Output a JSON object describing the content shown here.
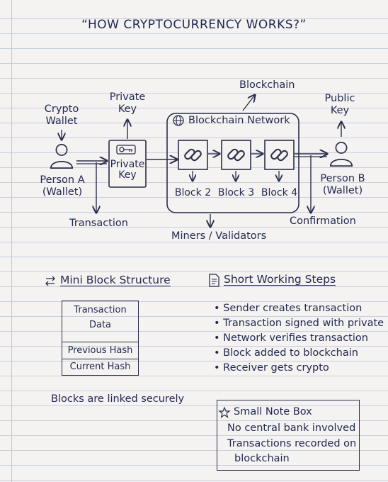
{
  "title": "“HOW CRYPTOCURRENCY WORKS?”",
  "flow": {
    "crypto_wallet_label": "Crypto Wallet",
    "crypto_wallet_line1": "Crypto",
    "crypto_wallet_line2": "Wallet",
    "person_a_line1": "Person A",
    "person_a_line2": "(Wallet)",
    "private_key_top_line1": "Private",
    "private_key_top_line2": "Key",
    "private_key_box_line1": "Private",
    "private_key_box_line2": "Key",
    "transaction_label": "Transaction",
    "blockchain_label": "Blockchain",
    "network_label": "Blockchain Network",
    "blocks": [
      "Block 2",
      "Block 3",
      "Block 4"
    ],
    "miners_label": "Miners / Validators",
    "public_key_line1": "Public",
    "public_key_line2": "Key",
    "person_b_line1": "Person B",
    "person_b_line2": "(Wallet)",
    "confirmation_label": "Confirmation"
  },
  "mini_block": {
    "heading": "Mini Block Structure",
    "heading_icon": "swap-arrows-icon",
    "rows": [
      "Transaction",
      "Data",
      "Previous Hash",
      "Current Hash"
    ],
    "caption": "Blocks are linked securely"
  },
  "steps": {
    "heading": "Short Working Steps",
    "heading_icon": "document-icon",
    "items": [
      "Sender creates transaction",
      "Transaction signed with private key",
      "Network verifies transaction",
      "Block added to blockchain",
      "Receiver gets crypto"
    ]
  },
  "note": {
    "heading": "Small Note Box",
    "heading_icon": "star-icon",
    "lines": [
      "No central bank involved",
      "Transactions recorded on",
      "blockchain"
    ]
  },
  "colors": {
    "ink": "#232a52",
    "pencil": "#2b2f4a",
    "paper": "#f4f3f1",
    "rule": "#c9cfe0"
  }
}
